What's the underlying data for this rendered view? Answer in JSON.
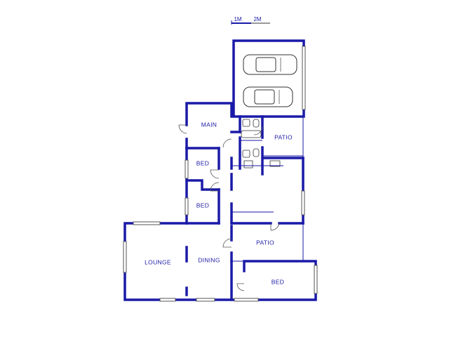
{
  "scale_bar": {
    "label_1": "1M",
    "label_2": "2M"
  },
  "rooms": {
    "main": "MAIN",
    "patio_upper": "PATIO",
    "bed_1": "BED",
    "bed_2": "BED",
    "lounge": "LOUNGE",
    "dining": "DINING",
    "patio_lower": "PATIO",
    "bed_3": "BED"
  },
  "colors": {
    "wall": "#1a1aa8",
    "background": "#ffffff"
  },
  "icons": [
    "car-icon",
    "toilet-icon",
    "basin-icon",
    "bath-icon",
    "stove-icon",
    "sink-icon",
    "door-swing-icon"
  ]
}
